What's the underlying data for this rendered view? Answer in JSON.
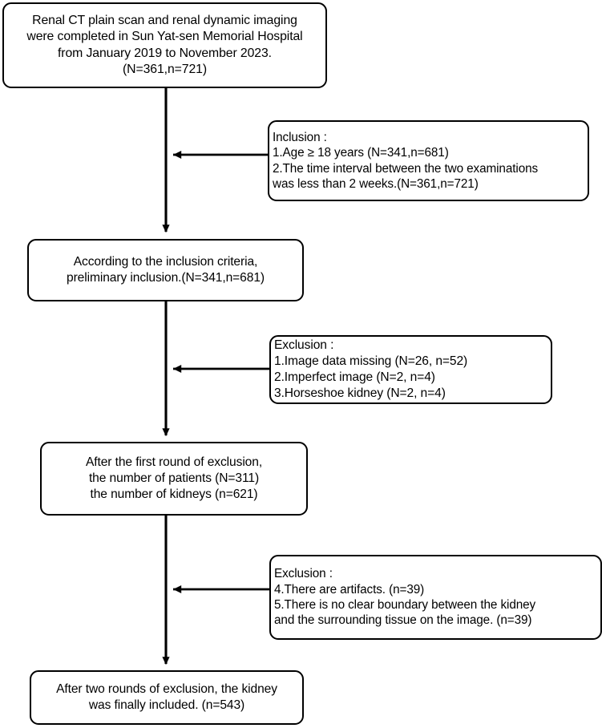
{
  "diagram": {
    "title": "Patient and kidney inclusion/exclusion flowchart",
    "type": "flowchart",
    "stroke_color": "#000000",
    "fill_color": "#ffffff",
    "text_color": "#000000"
  },
  "nodes": {
    "source": {
      "name": "data-source-box",
      "align": "center",
      "lines": [
        "Renal CT plain scan and renal dynamic imaging",
        "were completed in Sun Yat-sen Memorial Hospital",
        "from January 2019 to November 2023.",
        "(N=361,n=721)"
      ]
    },
    "inclusion": {
      "name": "inclusion-criteria-box",
      "align": "left",
      "lines": [
        "Inclusion :",
        "1.Age ≥ 18 years (N=341,n=681)",
        "2.The time interval between the two examinations",
        "was less than 2 weeks.(N=361,n=721)"
      ]
    },
    "preliminary": {
      "name": "preliminary-inclusion-box",
      "align": "center",
      "lines": [
        "According to the inclusion criteria,",
        "preliminary inclusion.(N=341,n=681)"
      ]
    },
    "exclusion_one": {
      "name": "first-exclusion-criteria-box",
      "align": "left",
      "lines": [
        "Exclusion :",
        "1.Image data missing (N=26, n=52)",
        "2.Imperfect image (N=2, n=4)",
        "3.Horseshoe kidney (N=2, n=4)"
      ]
    },
    "after_first": {
      "name": "after-first-round-box",
      "align": "center",
      "lines": [
        "After the first round of exclusion,",
        "the number of patients (N=311)",
        "the number of kidneys (n=621)"
      ]
    },
    "exclusion_two": {
      "name": "second-exclusion-criteria-box",
      "align": "left",
      "lines": [
        "Exclusion :",
        "4.There are artifacts. (n=39)",
        "5.There is no clear boundary between the kidney",
        "and the surrounding tissue on the image. (n=39)"
      ]
    },
    "final": {
      "name": "final-included-box",
      "align": "center",
      "lines": [
        "After two rounds of exclusion, the kidney",
        "was finally included. (n=543)"
      ]
    }
  },
  "edges": [
    {
      "name": "edge-source-to-preliminary",
      "kind": "vertical-arrow",
      "from": "source",
      "to": "preliminary"
    },
    {
      "name": "edge-inclusion-to-spine",
      "kind": "horizontal-arrow",
      "from": "inclusion",
      "to": "main-spine"
    },
    {
      "name": "edge-preliminary-to-after-first",
      "kind": "vertical-arrow",
      "from": "preliminary",
      "to": "after_first"
    },
    {
      "name": "edge-exclusion-one-to-spine",
      "kind": "horizontal-arrow",
      "from": "exclusion_one",
      "to": "main-spine"
    },
    {
      "name": "edge-after-first-to-final",
      "kind": "vertical-arrow",
      "from": "after_first",
      "to": "final"
    },
    {
      "name": "edge-exclusion-two-to-spine",
      "kind": "horizontal-arrow",
      "from": "exclusion_two",
      "to": "main-spine"
    }
  ]
}
